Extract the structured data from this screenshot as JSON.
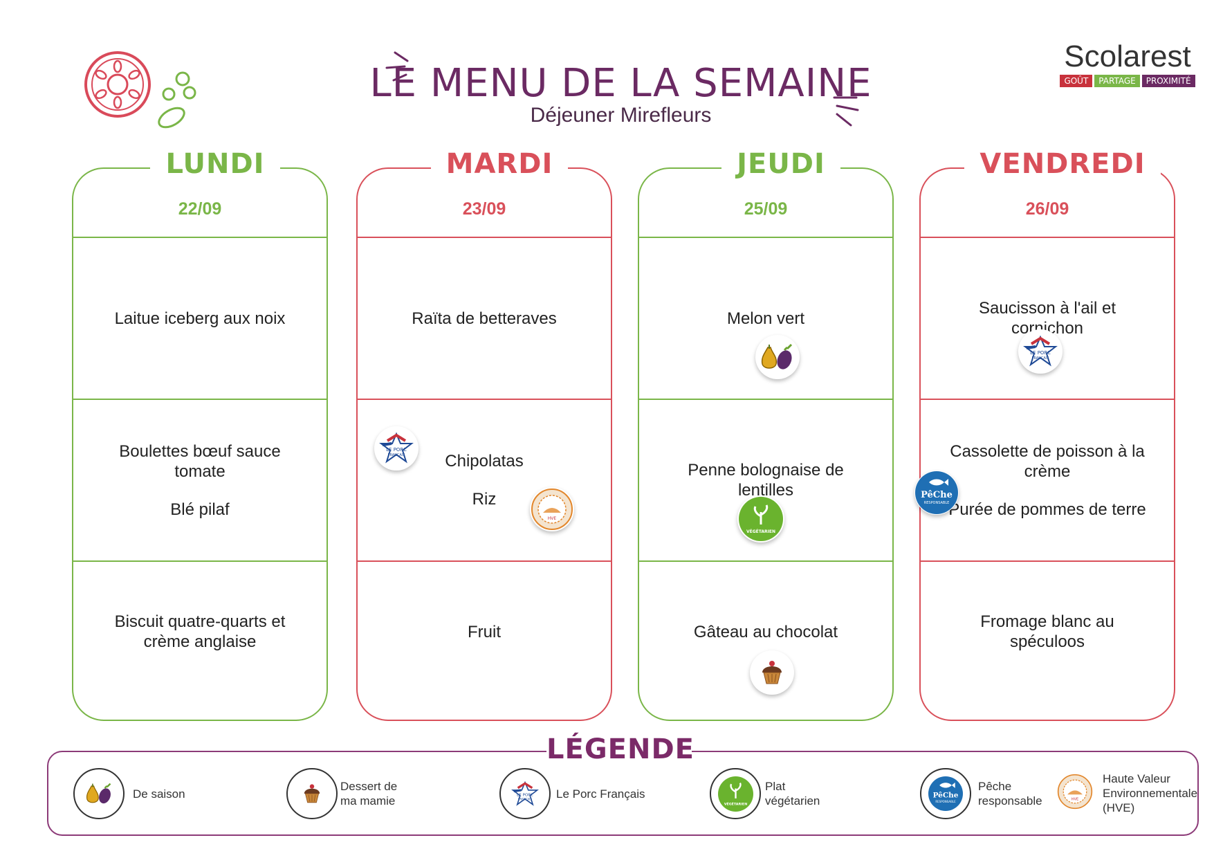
{
  "header": {
    "title": "LE MENU DE LA SEMAINE",
    "subtitle": "Déjeuner Mirefleurs",
    "brand": {
      "name": "Scolarest",
      "tags": [
        "GOÛT",
        "PARTAGE",
        "PROXIMITÉ"
      ],
      "tag_colors": [
        "#c8323c",
        "#7ab648",
        "#6b2a63"
      ]
    }
  },
  "colors": {
    "green": "#7ab648",
    "red": "#d9505a",
    "plum": "#6b2a63"
  },
  "days": [
    {
      "name": "LUNDI",
      "date": "22/09",
      "color": "green",
      "cells": [
        {
          "lines": [
            "Laitue iceberg aux noix"
          ]
        },
        {
          "lines": [
            "Boulettes bœuf sauce",
            "tomate",
            "",
            "Blé pilaf"
          ]
        },
        {
          "lines": [
            "Biscuit quatre-quarts et",
            "crème anglaise"
          ]
        }
      ]
    },
    {
      "name": "MARDI",
      "date": "23/09",
      "color": "red",
      "cells": [
        {
          "lines": [
            "Raïta de betteraves"
          ]
        },
        {
          "lines": [
            "Chipolatas",
            "",
            "Riz"
          ]
        },
        {
          "lines": [
            "Fruit"
          ]
        }
      ]
    },
    {
      "name": "JEUDI",
      "date": "25/09",
      "color": "green",
      "cells": [
        {
          "lines": [
            "Melon vert"
          ]
        },
        {
          "lines": [
            "Penne bolognaise de",
            "lentilles"
          ]
        },
        {
          "lines": [
            "Gâteau au chocolat"
          ]
        }
      ]
    },
    {
      "name": "VENDREDI",
      "date": "26/09",
      "color": "red",
      "cells": [
        {
          "lines": [
            "Saucisson à l'ail et",
            "cornichon"
          ]
        },
        {
          "lines": [
            "Cassolette de poisson à la",
            "crème",
            "",
            "Purée de pommes de terre"
          ]
        },
        {
          "lines": [
            "Fromage blanc au",
            "spéculoos"
          ]
        }
      ]
    }
  ],
  "badges": {
    "porc": "LE PORC FRANÇAIS",
    "vegetarien": "VÉGÉTARIEN",
    "peche": "PêChe",
    "peche_sub": "RESPONSABLE",
    "hve": "HVE"
  },
  "legend": {
    "title": "LÉGENDE",
    "items": [
      {
        "icon": "seasonal-icon",
        "lines": [
          "De saison"
        ]
      },
      {
        "icon": "cupcake-icon",
        "lines": [
          "Dessert de",
          "ma mamie"
        ]
      },
      {
        "icon": "porc-francais-icon",
        "lines": [
          "Le Porc Français"
        ]
      },
      {
        "icon": "vegetarian-icon",
        "lines": [
          "Plat",
          "végétarien"
        ]
      },
      {
        "icon": "fish-icon",
        "lines": [
          "Pêche",
          "responsable"
        ]
      },
      {
        "icon": "hve-icon",
        "lines": [
          "Haute Valeur",
          "Environnementale",
          "(HVE)"
        ]
      }
    ]
  }
}
